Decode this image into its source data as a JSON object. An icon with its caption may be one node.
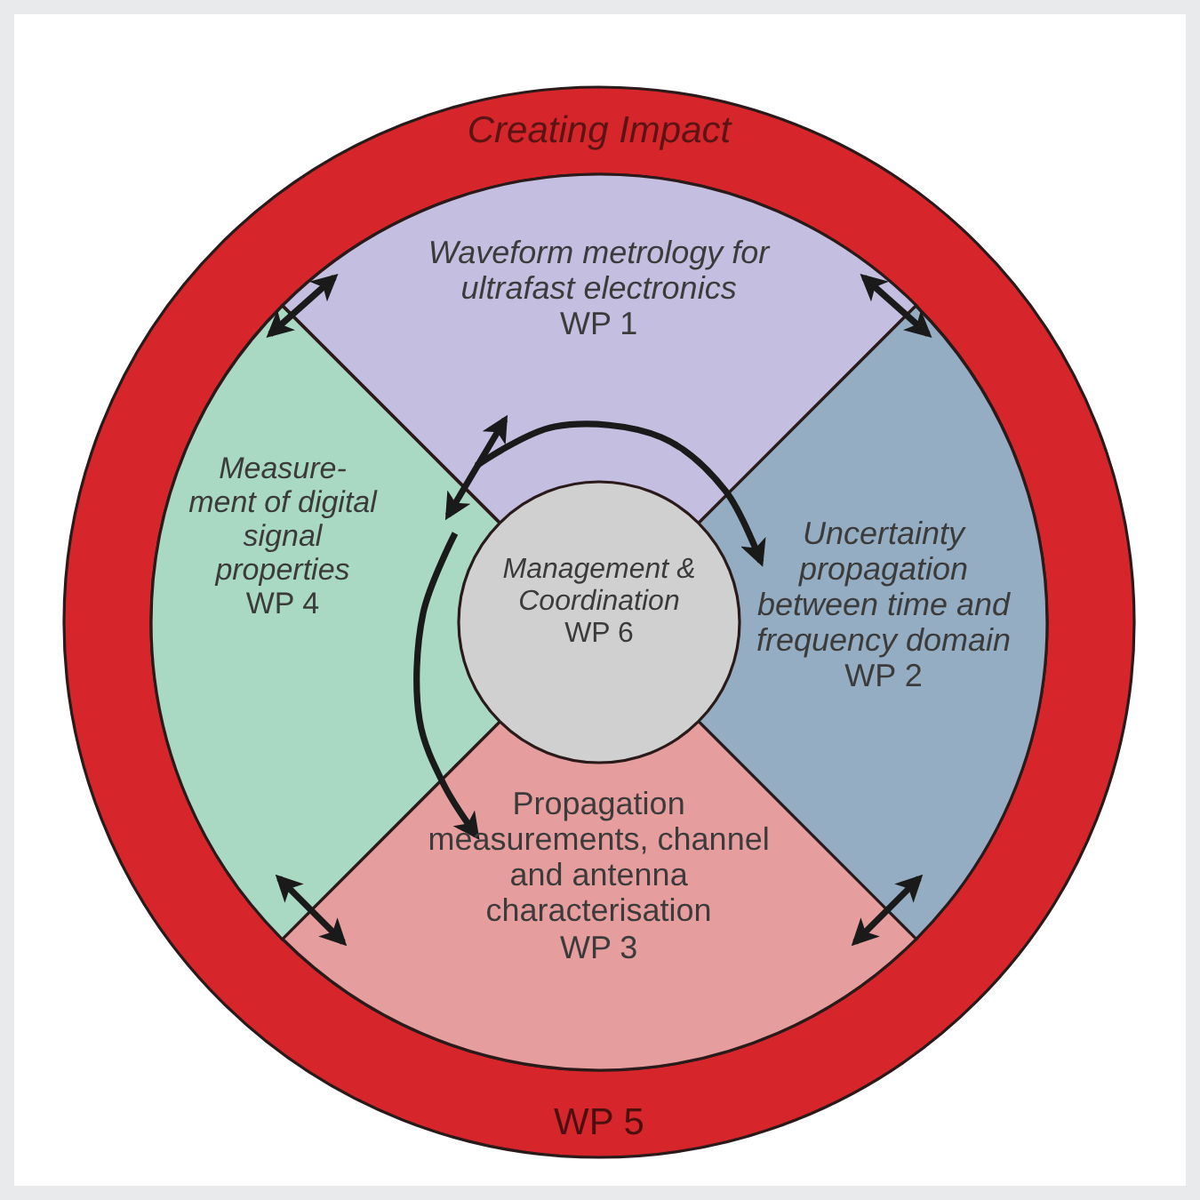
{
  "diagram": {
    "nodes": [
      {
        "text": [
          "Creating Impact",
          "WP 5"
        ]
      },
      {
        "text": [
          "Waveform metrology for ultrafast electronics",
          "WP 1"
        ],
        "in": 0
      },
      {
        "text": [
          "Measure- ment of digital signal properties",
          "WP 4"
        ],
        "in": 0
      },
      {
        "text": [
          "Management & Coordination",
          "WP 6"
        ],
        "in": 0
      },
      {
        "text": [
          "Uncertainty propagation between time and frequency domain",
          "WP 2"
        ],
        "in": 0
      },
      {
        "text": [
          "Propagation measurements, channel and antenna characterisation",
          "WP 3"
        ],
        "in": 0
      }
    ],
    "edges": [
      {
        "from": 1,
        "to": 2,
        "arrow": "both"
      },
      {
        "from": 1,
        "to": 4,
        "arrow": "both"
      },
      {
        "from": 2,
        "to": 5,
        "arrow": "both"
      },
      {
        "from": 4,
        "to": 5,
        "arrow": "both"
      },
      {
        "from": 1,
        "to": 2,
        "arrow": "both"
      },
      {
        "from": 1,
        "to": 4,
        "arrow": "to"
      },
      {
        "from": 2,
        "to": 5,
        "arrow": "to"
      }
    ]
  }
}
